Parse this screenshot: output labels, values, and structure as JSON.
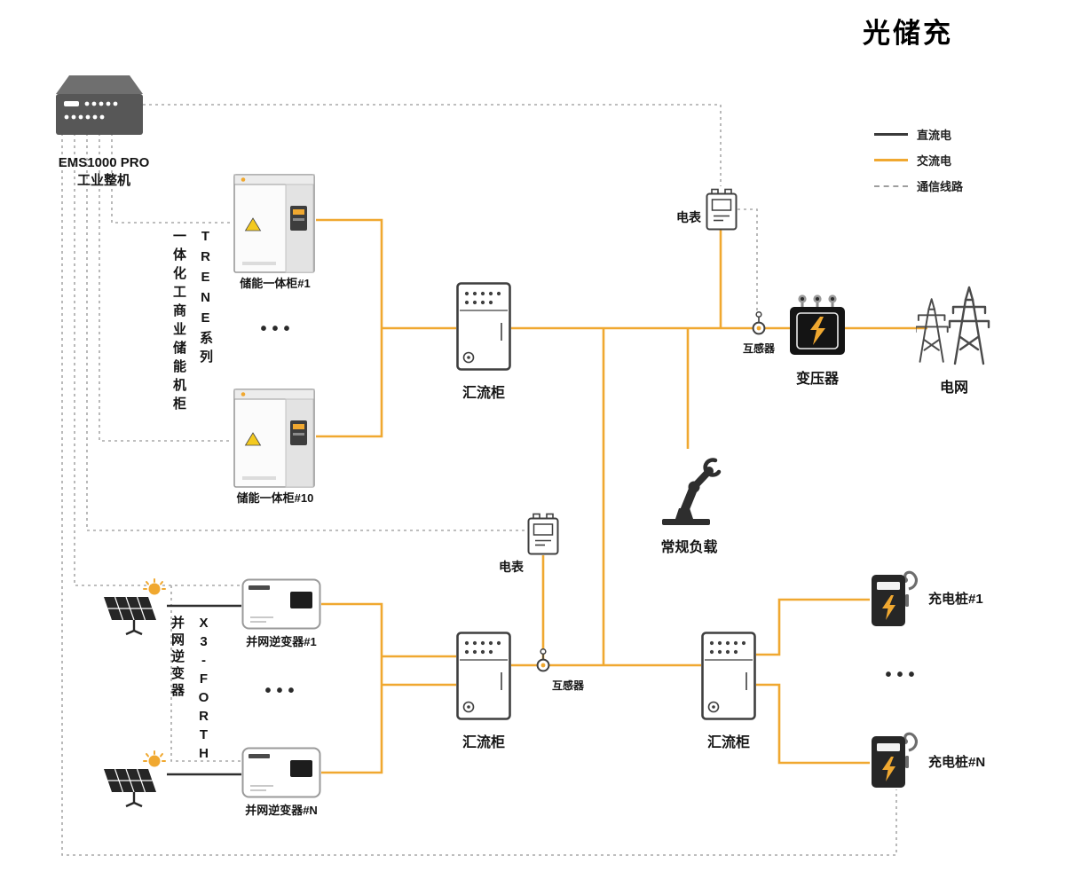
{
  "title": "光储充",
  "legend": {
    "dc": "直流电",
    "ac": "交流电",
    "comm": "通信线路"
  },
  "ems": {
    "model": "EMS1000 PRO",
    "type": "工业整机"
  },
  "storage": {
    "series": "TRENE系列",
    "group": "一体化工商业储能机柜",
    "first": "储能一体柜#1",
    "last": "储能一体柜#10",
    "more": "•••"
  },
  "combiner": {
    "top": "汇流柜",
    "bottom_left": "汇流柜",
    "bottom_right": "汇流柜"
  },
  "meter": {
    "top": "电表",
    "bottom": "电表"
  },
  "ct": {
    "top": "互感器",
    "bottom": "互感器"
  },
  "transformer": {
    "label": "变压器"
  },
  "grid": {
    "label": "电网"
  },
  "load": {
    "label": "常规负载"
  },
  "pv": {
    "series": "X3-FORTH",
    "group": "并网逆变器",
    "first": "并网逆变器#1",
    "last": "并网逆变器#N",
    "more": "•••"
  },
  "charger": {
    "first": "充电桩#1",
    "last": "充电桩#N",
    "more": "•••"
  },
  "colors": {
    "ac_line": "#f0a830",
    "dc_line": "#2e2e2e",
    "comm_line": "#a8a8a8",
    "accent": "#f0a830"
  }
}
